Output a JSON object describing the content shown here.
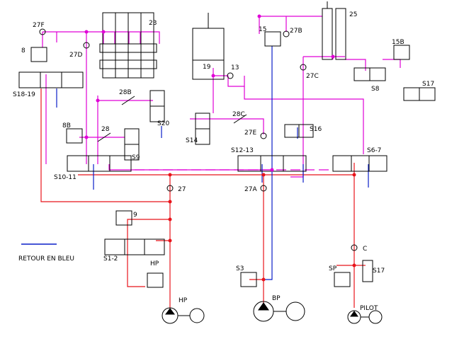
{
  "colors": {
    "pressure": "#e8141b",
    "pilot": "#e000d6",
    "return": "#0a1ec8",
    "symbol": "#000000",
    "junction_pressure": "#e8141b",
    "junction_pilot": "#e000d6"
  },
  "legend": {
    "text": "RETOUR EN BLEU"
  },
  "labels": {
    "l27F": "27F",
    "l8": "8",
    "l27D": "27D",
    "l23": "23",
    "l19": "19",
    "l13": "13",
    "l15": "15",
    "l27B": "27B",
    "l25": "25",
    "l15B": "15B",
    "l27C": "27C",
    "lS8": "S8",
    "lS17a": "S17",
    "lS18_19": "S18-19",
    "l28B": "28B",
    "lS20": "S20",
    "l28C": "28C",
    "lS14": "S14",
    "l27E": "27E",
    "lS16": "S16",
    "l8B": "8B",
    "l28": "28",
    "lS9": "S9",
    "lS12_13": "S12-13",
    "lS6_7": "S6-7",
    "lS10_11": "S10-11",
    "l27": "27",
    "l27A": "27A",
    "l9": "9",
    "lS1_2": "S1-2",
    "lHP_valve": "HP",
    "lC": "C",
    "lS3": "S3",
    "lSP": "SP",
    "lS17b": "S17",
    "lHP_pump": "HP",
    "lBP": "BP",
    "lPILOT": "PILOT"
  }
}
